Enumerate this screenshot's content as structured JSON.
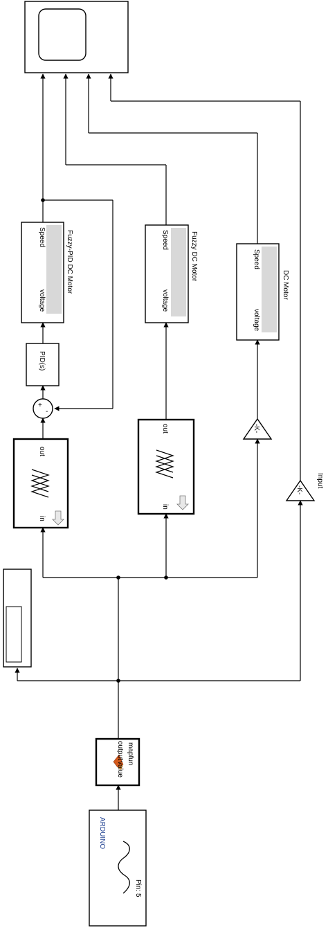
{
  "arduino": {
    "title": "ARDUINO",
    "pin": "Pin: 5"
  },
  "mapfun": {
    "in_port": "value",
    "out_port": "output",
    "name": "mapfun"
  },
  "fuzzy1": {
    "in_port": "in",
    "out_port": "out"
  },
  "fuzzy2": {
    "in_port": "in",
    "out_port": "out"
  },
  "sum": {
    "plus": "+",
    "minus": "-"
  },
  "pid": {
    "label": "PID(s)"
  },
  "gain1": {
    "label": "-K-"
  },
  "gain2": {
    "label": "-K-",
    "name": "Input"
  },
  "motor_fuzzy_pid": {
    "in_port": "voltage",
    "out_port": "Speed",
    "name": "Fuzzy-PID DC Motor"
  },
  "motor_fuzzy": {
    "in_port": "voltage",
    "out_port": "Speed",
    "name": "Fuzzy DC Motor"
  },
  "motor_dc": {
    "in_port": "voltage",
    "out_port": "Speed",
    "name": "DC Motor"
  }
}
